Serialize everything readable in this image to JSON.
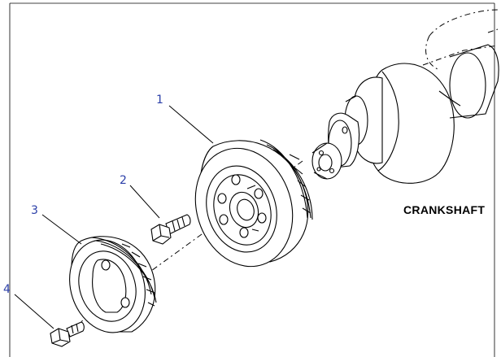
{
  "callouts": [
    "1",
    "2",
    "3",
    "4"
  ],
  "caption": "CRANKSHAFT",
  "colors": {
    "callout": "#2b3fa8",
    "line": "#000000"
  }
}
